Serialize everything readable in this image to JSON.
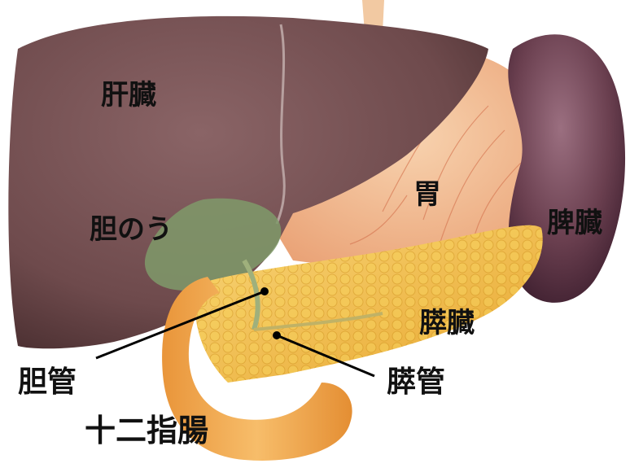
{
  "labels": {
    "liver": "肝臓",
    "stomach": "胃",
    "spleen": "脾臓",
    "gallbladder": "胆のう",
    "pancreas": "膵臓",
    "bile_duct": "胆管",
    "pancreatic_duct": "膵管",
    "duodenum": "十二指腸"
  },
  "colors": {
    "liver": "#6e4a4c",
    "stomach": "#f0b58a",
    "spleen": "#6a3f4f",
    "gallbladder": "#7f9a6a",
    "pancreas": "#f3c24a",
    "duodenum": "#f0a44a",
    "leader_line": "#000000"
  }
}
